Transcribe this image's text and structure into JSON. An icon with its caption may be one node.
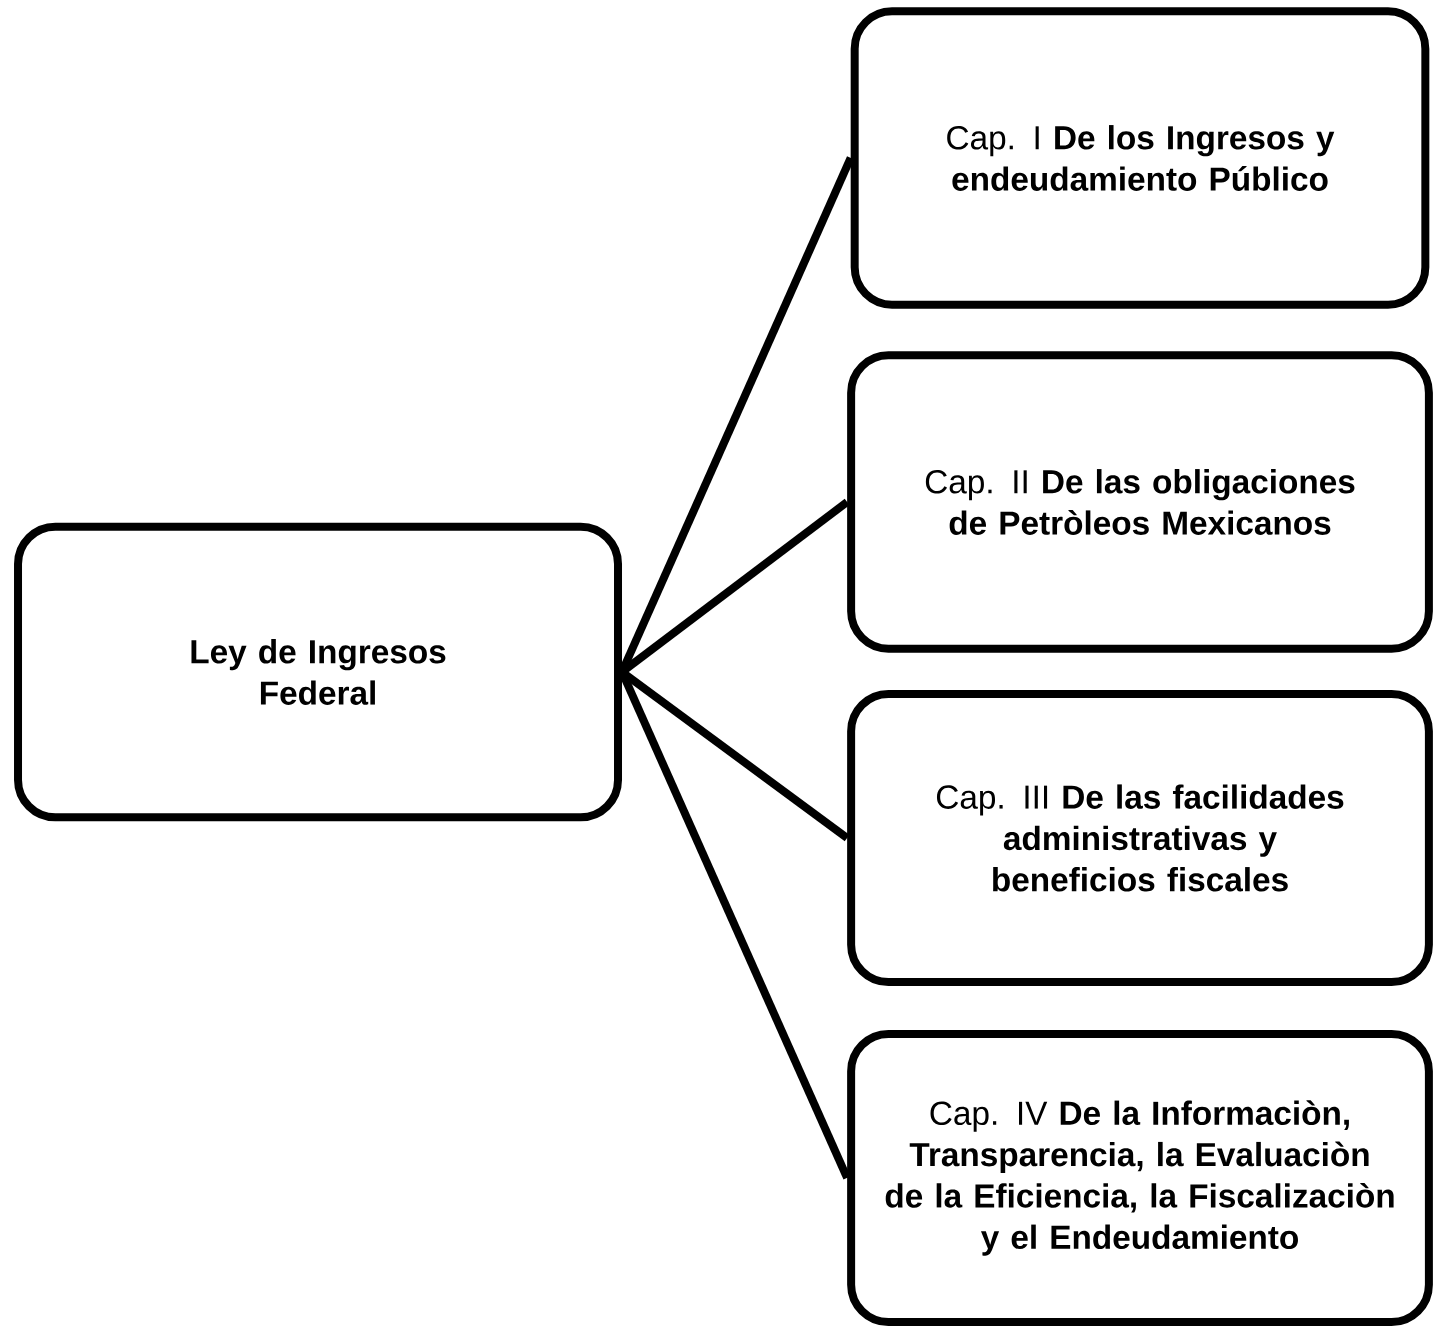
{
  "diagram": {
    "nodes": [
      {
        "text": [
          "Ley de Ingresos Federal"
        ]
      },
      {
        "text": [
          "Cap. I **De los Ingresos y endeudamiento Público**"
        ]
      },
      {
        "text": [
          "Cap. II **De las obligaciones de Petròleos Mexicanos**"
        ]
      },
      {
        "text": [
          "Cap. III **De las facilidades administrativas y beneficios fiscales**"
        ]
      },
      {
        "text": [
          "Cap. IV **De la Informaciòn, Transparencia, la Evaluaciòn de la Eficiencia, la Fiscalizaciòn y el Endeudamiento**"
        ]
      }
    ],
    "edges": [
      {
        "from": 0,
        "to": 1,
        "arrow": "none"
      },
      {
        "from": 0,
        "to": 2,
        "arrow": "none"
      },
      {
        "from": 0,
        "to": 3,
        "arrow": "none"
      },
      {
        "from": 0,
        "to": 4,
        "arrow": "none"
      }
    ]
  }
}
